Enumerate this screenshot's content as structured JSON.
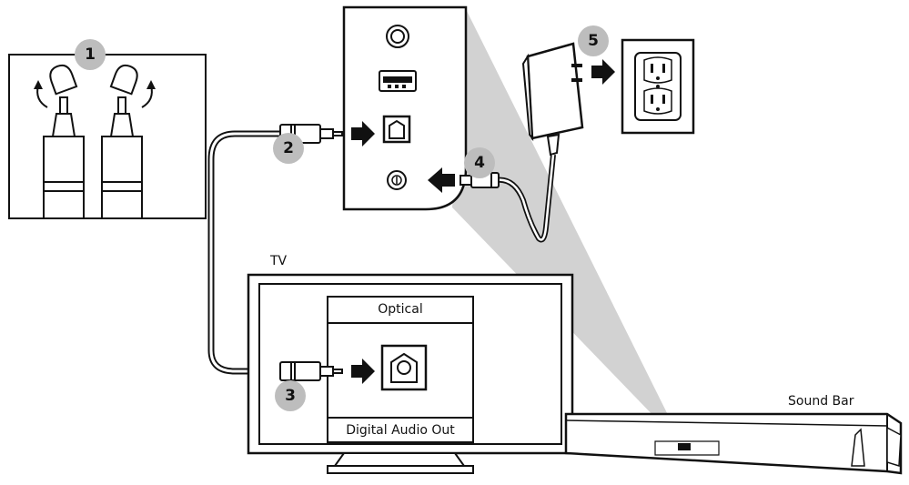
{
  "labels": {
    "tv": "TV",
    "sound_bar": "Sound Bar",
    "optical": "Optical",
    "digital_audio_out": "Digital Audio Out"
  },
  "steps": [
    "1",
    "2",
    "3",
    "4",
    "5"
  ],
  "colors": {
    "ink": "#111111",
    "badge": "#bdbdbd",
    "beam": "#d2d2d2"
  }
}
